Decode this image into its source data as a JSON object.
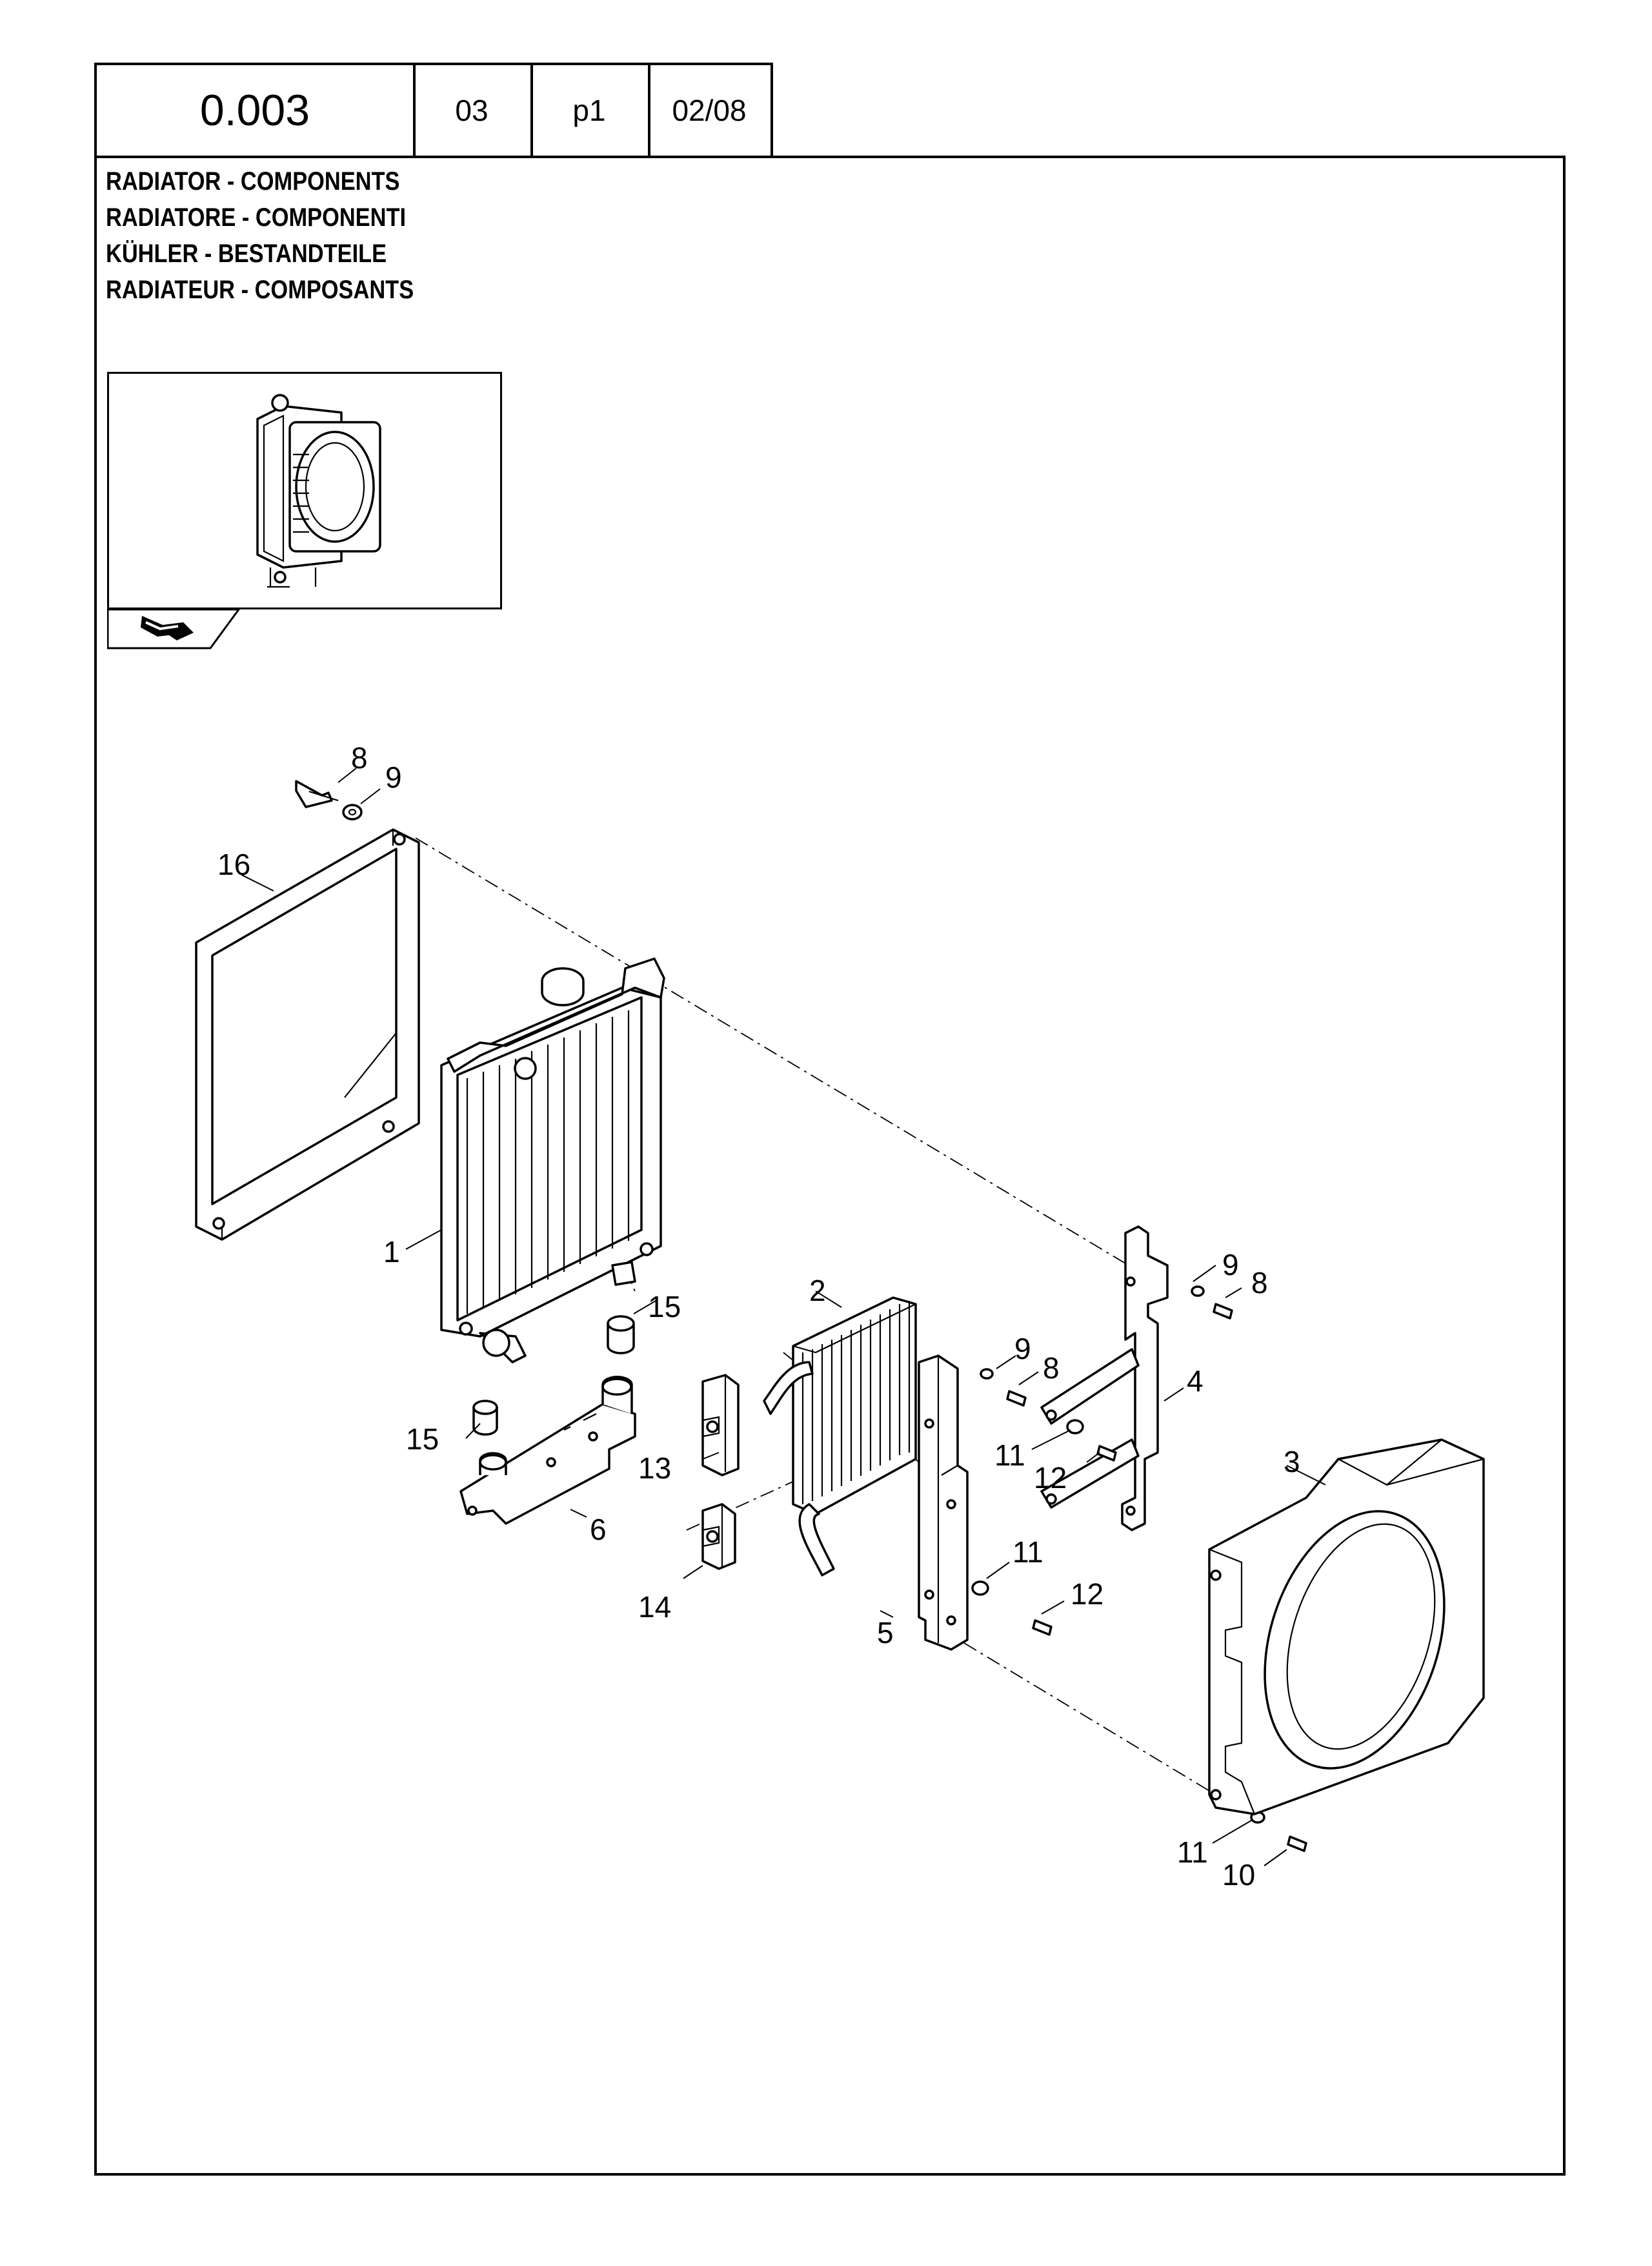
{
  "header": {
    "code": "0.003",
    "section": "03",
    "page": "p1",
    "date": "02/08"
  },
  "titles": [
    "RADIATOR - COMPONENTS",
    "RADIATORE - COMPONENTI",
    "KÜHLER - BESTANDTEILE",
    "RADIATEUR - COMPOSANTS"
  ],
  "callouts": {
    "c1": "1",
    "c2": "2",
    "c3": "3",
    "c4": "4",
    "c5": "5",
    "c6": "6",
    "c8a": "8",
    "c9a": "9",
    "c9b": "9",
    "c8b": "8",
    "c9c": "9",
    "c8c": "8",
    "c10": "10",
    "c11a": "11",
    "c12a": "12",
    "c11b": "11",
    "c12b": "12",
    "c11c": "11",
    "c13": "13",
    "c14": "14",
    "c15a": "15",
    "c15b": "15",
    "c16": "16"
  },
  "icons": {
    "overview": "radiator-assembly-thumbnail",
    "navigation": "arrow-right-icon"
  }
}
